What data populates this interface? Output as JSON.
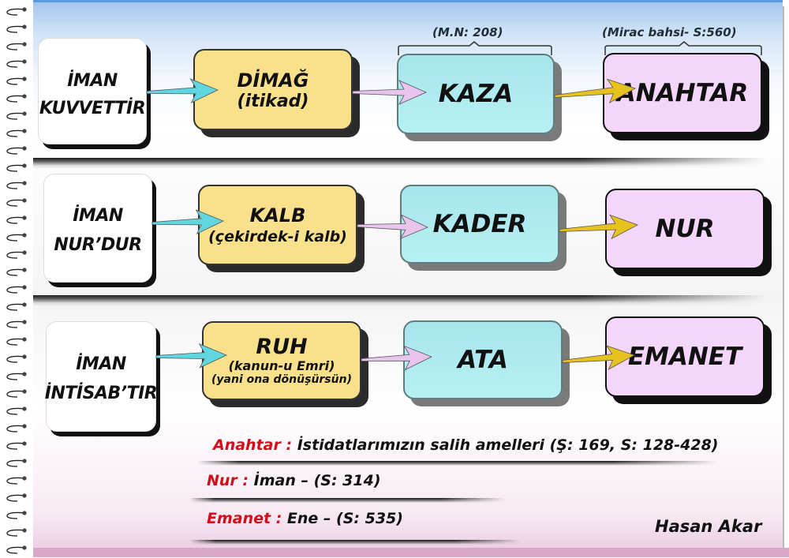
{
  "rows": [
    {
      "statement": [
        "İMAN",
        "KUVVETTİR"
      ],
      "faculty": {
        "title": "DİMAĞ",
        "subtitle": "(itikad)",
        "note": ""
      },
      "concept": "KAZA",
      "result": "ANAHTAR",
      "concept_ref": "(M.N: 208)",
      "result_ref": "(Mirac bahsi- S:560)"
    },
    {
      "statement": [
        "İMAN",
        "NUR’DUR"
      ],
      "faculty": {
        "title": "KALB",
        "subtitle": "(çekirdek-i kalb)",
        "note": ""
      },
      "concept": "KADER",
      "result": "NUR"
    },
    {
      "statement": [
        "İMAN",
        "İNTİSAB’TIR"
      ],
      "faculty": {
        "title": "RUH",
        "subtitle": "(kanun-u Emri)",
        "note": "(yani ona dönüşürsün)"
      },
      "concept": "ATA",
      "result": "EMANET"
    }
  ],
  "notes": [
    {
      "key": "Anahtar :",
      "text": " İstidatlarımızın salih amelleri  (Ş: 169, S: 128-428)"
    },
    {
      "key": "Nur :",
      "text": " İman – (S: 314)"
    },
    {
      "key": "Emanet :",
      "text": " Ene – (S: 535)"
    }
  ],
  "author": "Hasan Akar",
  "colors": {
    "faculty_box": "#f9e08a",
    "concept_box": "#b0ebf0",
    "result_box": "#f5d6fb",
    "arrow_1": "#5fd6e0",
    "arrow_2": "#e8c4ee",
    "arrow_3": "#e8c21c",
    "note_key": "#d40d1a"
  }
}
